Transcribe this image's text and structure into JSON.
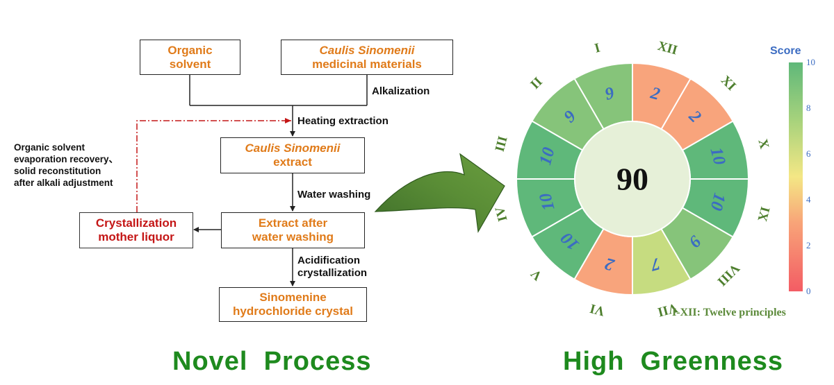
{
  "flowchart": {
    "box_organic_solvent": [
      "Organic",
      "solvent"
    ],
    "box_caulis_materials": {
      "line1": "Caulis Sinomenii",
      "line2": "medicinal materials"
    },
    "box_extract": {
      "line1": "Caulis Sinomenii",
      "line2": "extract"
    },
    "box_washed": [
      "Extract after",
      "water washing"
    ],
    "box_mother_liquor": [
      "Crystallization",
      "mother liquor"
    ],
    "box_crystal": [
      "Sinomenine",
      "hydrochloride crystal"
    ],
    "label_alkalization": "Alkalization",
    "label_heating": "Heating extraction",
    "label_water_washing": "Water washing",
    "label_acidification": [
      "Acidification",
      "crystallization"
    ],
    "recovery_note": [
      "Organic solvent",
      "evaporation recovery、",
      "solid reconstitution",
      "after alkali adjustment"
    ]
  },
  "footer": {
    "left": "Novel  Process",
    "right": "High  Greenness"
  },
  "greenness_wheel": {
    "center_score": "90",
    "principles_note": "I-XII: Twelve principles",
    "segments": [
      {
        "numeral": "I",
        "score": 9
      },
      {
        "numeral": "II",
        "score": 9
      },
      {
        "numeral": "III",
        "score": 10
      },
      {
        "numeral": "IV",
        "score": 10
      },
      {
        "numeral": "V",
        "score": 10
      },
      {
        "numeral": "VI",
        "score": 2
      },
      {
        "numeral": "VII",
        "score": 7
      },
      {
        "numeral": "VIII",
        "score": 9
      },
      {
        "numeral": "IX",
        "score": 10
      },
      {
        "numeral": "X",
        "score": 10
      },
      {
        "numeral": "XI",
        "score": 2
      },
      {
        "numeral": "XII",
        "score": 2
      }
    ],
    "colorbar": {
      "title": "Score",
      "ticks": [
        "0",
        "2",
        "4",
        "6",
        "8",
        "10"
      ]
    }
  },
  "colors": {
    "orange_text": "#e07b1a",
    "red_text": "#c41616",
    "green_title": "#1e8a1e",
    "score_blue": "#3b6cc2",
    "score_10": "#5fb87a",
    "score_9": "#86c47a",
    "score_7": "#c6dc80",
    "score_2": "#f8a47c",
    "center_fill": "#e6f0d8"
  }
}
